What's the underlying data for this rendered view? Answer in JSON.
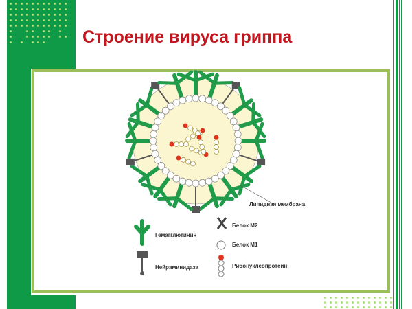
{
  "slide": {
    "title": "Строение вируса гриппа",
    "colors": {
      "green": "#0e9a47",
      "frame": "#9bc05a",
      "title": "#c0161e",
      "dots": "#a6e07a"
    }
  },
  "diagram": {
    "membrane_label": "Липидная мембрана",
    "legend": [
      {
        "icon": "hemagglutinin-icon",
        "label": "Гемагглютинин"
      },
      {
        "icon": "neuraminidase-icon",
        "label": "Нейраминидаза"
      },
      {
        "icon": "m2-protein-icon",
        "label": "Белок М2"
      },
      {
        "icon": "m1-protein-icon",
        "label": "Белок М1"
      },
      {
        "icon": "ribonucleoprotein-icon",
        "label": "Рибонуклеопротеин"
      }
    ]
  }
}
